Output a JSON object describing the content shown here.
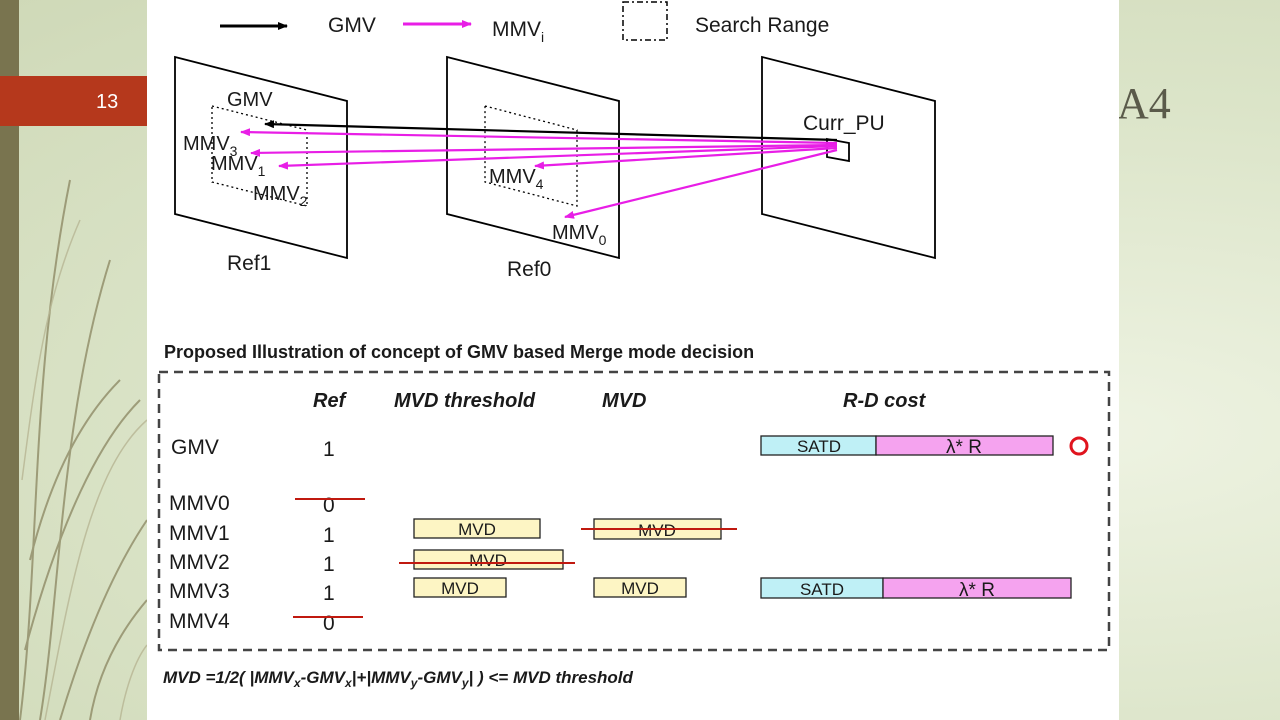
{
  "slide": {
    "number": "13",
    "title_fragment": "A4"
  },
  "legend": {
    "gmv": "GMV",
    "mmv": "MMV",
    "mmv_sub": "i",
    "search_range": "Search Range"
  },
  "frames": {
    "ref1": "Ref1",
    "ref0": "Ref0",
    "curr_pu": "Curr_PU"
  },
  "vectors": [
    {
      "label": "GMV",
      "sub": ""
    },
    {
      "label": "MMV",
      "sub": "3"
    },
    {
      "label": "MMV",
      "sub": "1"
    },
    {
      "label": "MMV",
      "sub": "2"
    },
    {
      "label": "MMV",
      "sub": "4"
    },
    {
      "label": "MMV",
      "sub": "0"
    }
  ],
  "table": {
    "caption": "Proposed Illustration of concept of GMV based Merge mode decision",
    "headers": {
      "ref": "Ref",
      "mvd_threshold": "MVD threshold",
      "mvd": "MVD",
      "rd_cost": "R-D cost"
    },
    "rows": [
      {
        "name": "GMV",
        "ref": "1"
      },
      {
        "name": "MMV0",
        "ref": "0"
      },
      {
        "name": "MMV1",
        "ref": "1"
      },
      {
        "name": "MMV2",
        "ref": "1"
      },
      {
        "name": "MMV3",
        "ref": "1"
      },
      {
        "name": "MMV4",
        "ref": "0"
      }
    ],
    "box_mvd": "MVD",
    "box_satd": "SATD",
    "box_lambda_r": "λ* R",
    "colors": {
      "mvd_fill": "#fdf5c4",
      "satd_fill": "#bff0f6",
      "lambda_fill": "#f5a3ef",
      "strike": "#c0190f",
      "arrow_mmv": "#e81ee6",
      "selected_marker": "#e0141e"
    }
  },
  "formula": {
    "lead": "MVD =1/2( |MMV",
    "s1": "x",
    "t1": "-GMV",
    "s2": "x",
    "t2": "|+|MMV",
    "s3": "y",
    "t3": "-GMV",
    "s4": "y",
    "t4": "| ) <= MVD threshold"
  }
}
